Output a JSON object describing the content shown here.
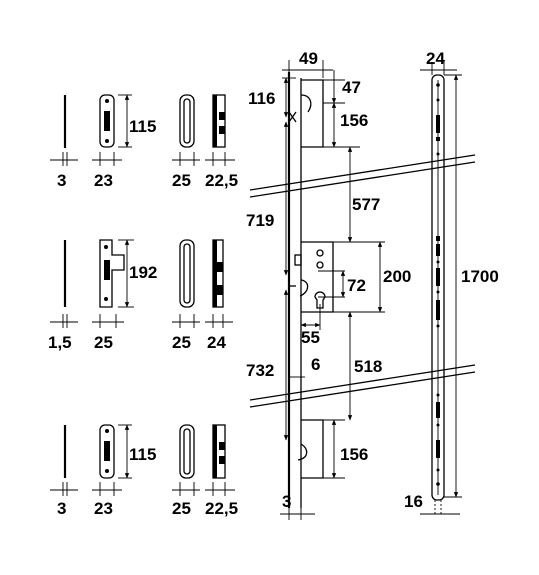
{
  "drawing": {
    "strike_plates": {
      "top": {
        "thickness": "3",
        "width": "23",
        "height": "115",
        "width_alt": "25",
        "depth": "22,5"
      },
      "middle": {
        "thickness": "1,5",
        "width": "25",
        "height": "192",
        "width_alt": "25",
        "depth": "24"
      },
      "bottom": {
        "thickness": "3",
        "width": "23",
        "height": "115",
        "width_alt": "25",
        "depth": "22,5"
      }
    },
    "lock": {
      "faceplate_width": "49",
      "top_hook_offset": "47",
      "top_lock_length": "156",
      "hook_distance_top": "116",
      "distance_upper": "577",
      "distance_to_center_upper": "719",
      "case_height": "200",
      "handle_to_cylinder": "72",
      "backset": "55",
      "spindle": "6",
      "distance_lower": "518",
      "distance_to_center_lower": "732",
      "bottom_lock_length": "156",
      "plate_thickness": "3"
    },
    "rail": {
      "width": "24",
      "length": "1700",
      "bottom_width": "16"
    }
  }
}
